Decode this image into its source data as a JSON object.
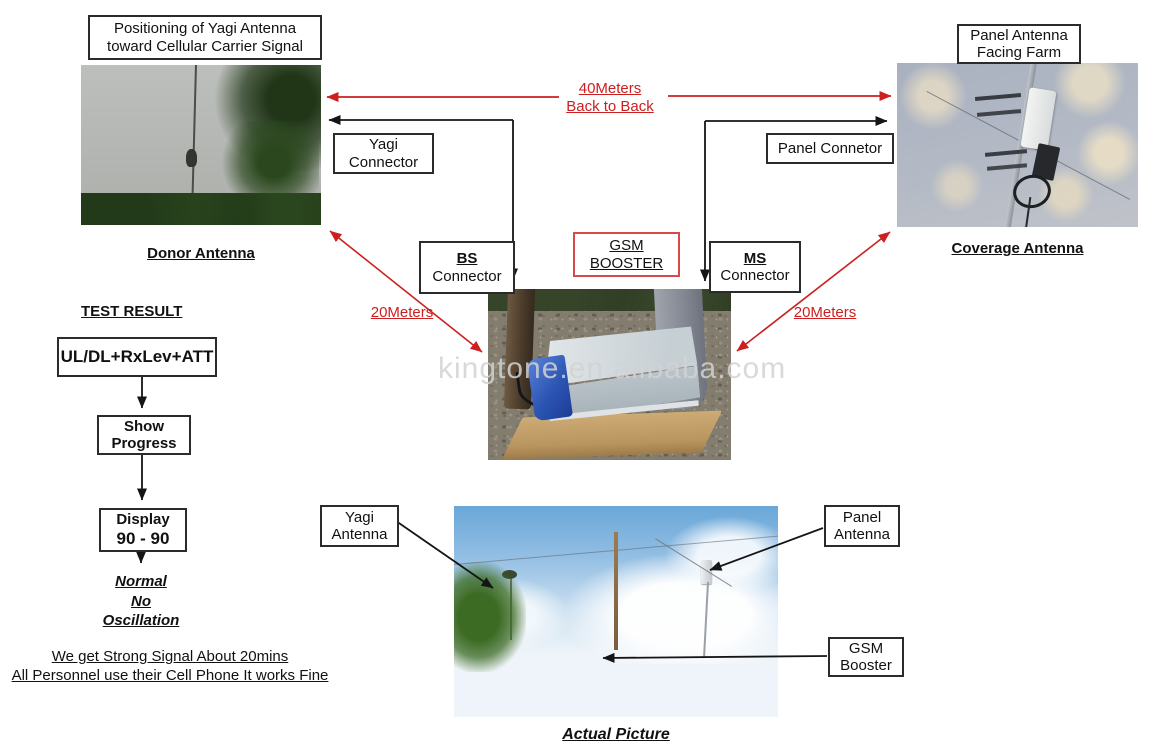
{
  "colors": {
    "red_accent": "#cc1f1f",
    "box_border": "#2b2b2b",
    "gsm_border": "#d84a4a"
  },
  "top": {
    "yagi_title": {
      "line1": "Positioning of Yagi Antenna",
      "line2": "toward Cellular Carrier Signal"
    },
    "panel_title": {
      "line1": "Panel Antenna",
      "line2": "Facing Farm"
    },
    "donor_label": "Donor Antenna",
    "coverage_label": "Coverage Antenna",
    "distance_40m": {
      "line1": "40Meters",
      "line2": "Back to Back"
    },
    "yagi_connector": {
      "line1": "Yagi",
      "line2": "Connector"
    },
    "panel_connector": "Panel Connetor",
    "bs_connector": {
      "line1": "BS",
      "line2": "Connector"
    },
    "ms_connector": {
      "line1": "MS",
      "line2": "Connector"
    },
    "gsm_booster": {
      "line1": "GSM",
      "line2": "BOOSTER"
    },
    "distance_20m_left": "20Meters",
    "distance_20m_right": "20Meters",
    "watermark": "kingtone.en.alibaba.com"
  },
  "test_result": {
    "heading": "TEST RESULT",
    "step1": "UL/DL+RxLev+ATT",
    "step2": {
      "line1": "Show",
      "line2": "Progress"
    },
    "step3": {
      "line1": "Display",
      "line2": "90 - 90"
    },
    "outcome": {
      "line1": "Normal",
      "line2": "No",
      "line3": "Oscillation"
    },
    "note1": "We get Strong Signal About 20mins",
    "note2": "All Personnel use their Cell Phone It works Fine"
  },
  "bottom": {
    "yagi_label": {
      "line1": "Yagi",
      "line2": "Antenna"
    },
    "panel_label": {
      "line1": "Panel",
      "line2": "Antenna"
    },
    "booster_label": {
      "line1": "GSM",
      "line2": "Booster"
    },
    "caption": "Actual Picture"
  }
}
